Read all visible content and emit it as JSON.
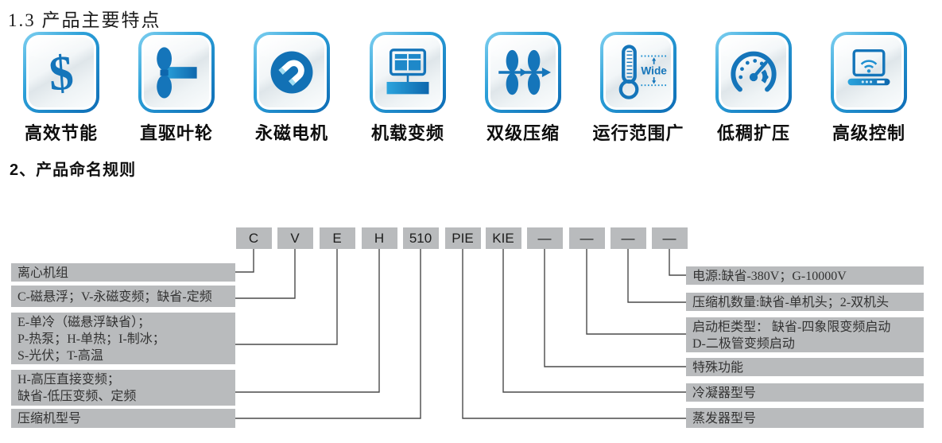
{
  "colors": {
    "accent_blue": "#1575ba",
    "light_blue": "#2ba4dd",
    "box_gray": "#b9bbbd",
    "line_gray": "#4a4a4a",
    "text_dark": "#333333"
  },
  "sections": {
    "features_title": "1.3 产品主要特点",
    "naming_title": "2、产品命名规则"
  },
  "features": [
    {
      "label": "高效节能",
      "icon": "dollar-icon",
      "glyph": "$"
    },
    {
      "label": "直驱叶轮",
      "icon": "direct-drive-impeller-icon"
    },
    {
      "label": "永磁电机",
      "icon": "magnet-icon"
    },
    {
      "label": "机载变频",
      "icon": "onboard-inverter-monitor-icon"
    },
    {
      "label": "双级压缩",
      "icon": "two-stage-compression-icon"
    },
    {
      "label": "运行范围广",
      "icon": "thermometer-wide-range-icon",
      "icon_text": "Wide"
    },
    {
      "label": "低稠扩压",
      "icon": "gauge-icon"
    },
    {
      "label": "高级控制",
      "icon": "laptop-wifi-icon"
    }
  ],
  "naming": {
    "codes": [
      "C",
      "V",
      "E",
      "H",
      "510",
      "PIE",
      "KIE",
      "—",
      "—",
      "—",
      "—"
    ],
    "left_labels": [
      {
        "lines": [
          "离心机组"
        ],
        "code_index": 0
      },
      {
        "lines": [
          "C-磁悬浮；V-永磁变频；缺省-定频"
        ],
        "code_index": 1
      },
      {
        "lines": [
          "E-单冷（磁悬浮缺省）；",
          "P-热泵；H-单热；I-制冰；",
          "S-光伏；T-高温"
        ],
        "code_index": 2
      },
      {
        "lines": [
          "H-高压直接变频；",
          "缺省-低压变频、定频"
        ],
        "code_index": 3
      },
      {
        "lines": [
          "压缩机型号"
        ],
        "code_index": 4
      }
    ],
    "right_labels": [
      {
        "lines": [
          "电源:缺省-380V；G-10000V"
        ],
        "code_index": 10
      },
      {
        "lines": [
          "压缩机数量:缺省-单机头；2-双机头"
        ],
        "code_index": 9
      },
      {
        "lines": [
          "启动柜类型： 缺省-四象限变频启动",
          "D-二极管变频启动"
        ],
        "code_index": 8
      },
      {
        "lines": [
          "特殊功能"
        ],
        "code_index": 7
      },
      {
        "lines": [
          "冷凝器型号"
        ],
        "code_index": 6
      },
      {
        "lines": [
          "蒸发器型号"
        ],
        "code_index": 5
      }
    ]
  }
}
